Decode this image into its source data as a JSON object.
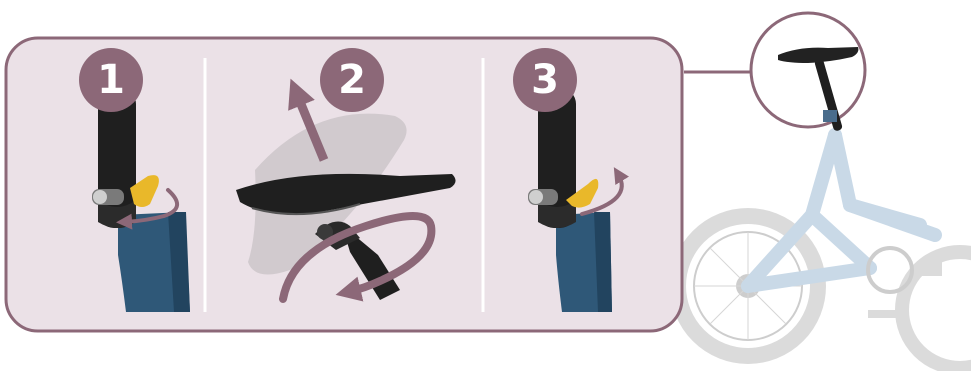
{
  "colors": {
    "panel_fill": "#ebe1e7",
    "panel_border": "#8c6878",
    "badge": "#8c6878",
    "arrow": "#8c6878",
    "frame": "#2f5878",
    "seatpost": "#1f1f1f",
    "lever": "#e9b82a",
    "bike_ghost": "#b7cde0",
    "tire_ghost": "#cfcfcf"
  },
  "steps": [
    {
      "number": "1",
      "action": "open-quick-release-lever"
    },
    {
      "number": "2",
      "action": "raise-and-rotate-saddle"
    },
    {
      "number": "3",
      "action": "close-quick-release-lever"
    }
  ]
}
